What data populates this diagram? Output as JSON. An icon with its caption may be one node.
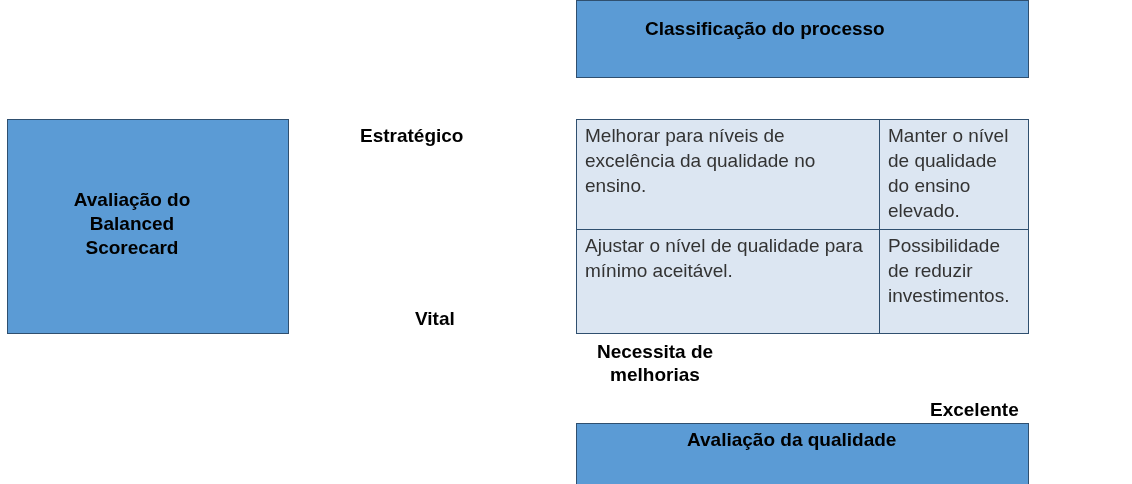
{
  "diagram": {
    "nodes": [
      {
        "text": [
          "Classificação do processo"
        ]
      },
      {
        "text": [
          "Avaliação do Balanced Scorecard"
        ]
      },
      {
        "text": [
          "Melhorar para níveis de excelência da qualidade no ensino."
        ]
      },
      {
        "text": [
          "Manter o nível de qualidade do ensino elevado."
        ]
      },
      {
        "text": [
          "Ajustar o nível de qualidade para mínimo aceitável."
        ]
      },
      {
        "text": [
          "Possibilidade de reduzir investimentos."
        ]
      },
      {
        "text": [
          "Avaliação da qualidade"
        ]
      }
    ],
    "labels": [
      "Estratégico",
      "Vital",
      "Necessita de melhorias",
      "Excelente"
    ]
  }
}
